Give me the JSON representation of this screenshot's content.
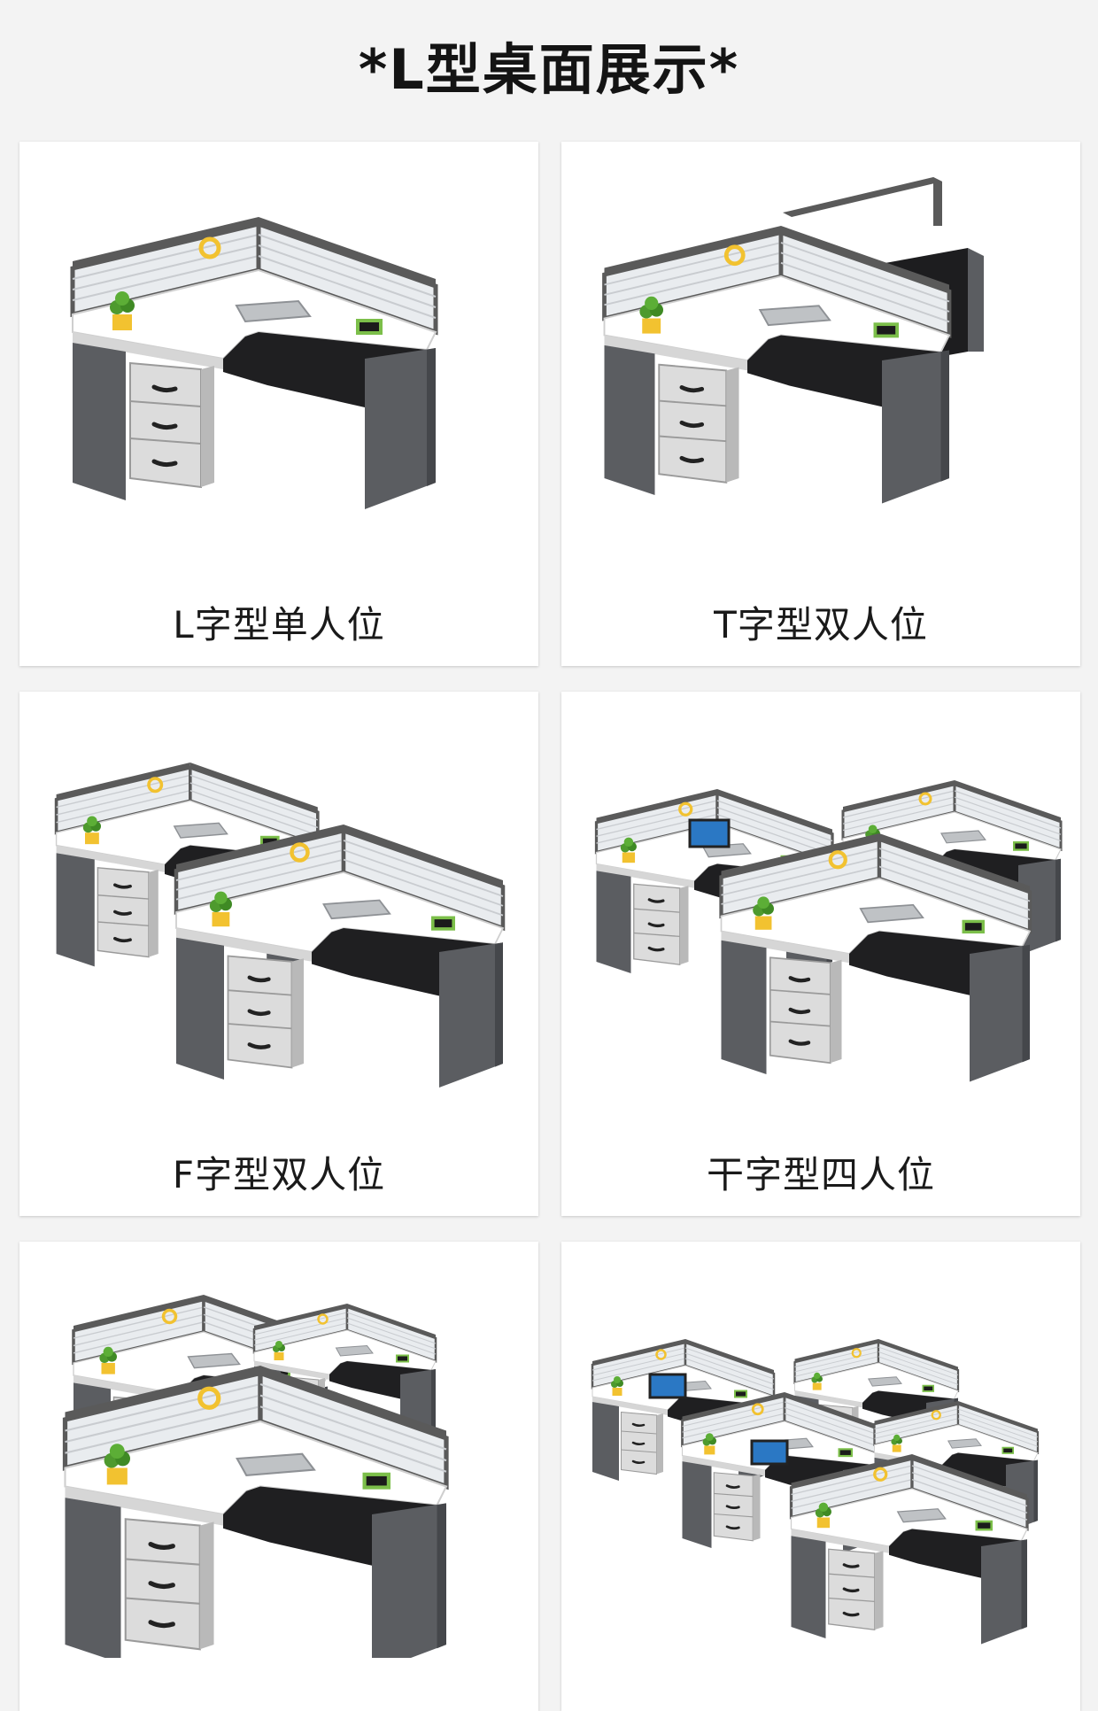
{
  "page_title": "*L型桌面展示*",
  "colors": {
    "desk_top": "#ffffff",
    "cabinet": "#5b5d61",
    "frame": "#5a5a5a",
    "drawer": "#d9d9d9"
  },
  "cards": [
    {
      "label": "L字型单人位",
      "image": "l-shape-single-desk"
    },
    {
      "label": "T字型双人位",
      "image": "t-shape-double-desk"
    },
    {
      "label": "F字型双人位",
      "image": "f-shape-double-desk"
    },
    {
      "label": "干字型四人位",
      "image": "gan-shape-four-person-desk"
    },
    {
      "label": "",
      "image": "cross-shape-four-person-desk"
    },
    {
      "label": "",
      "image": "six-person-workstation"
    }
  ]
}
